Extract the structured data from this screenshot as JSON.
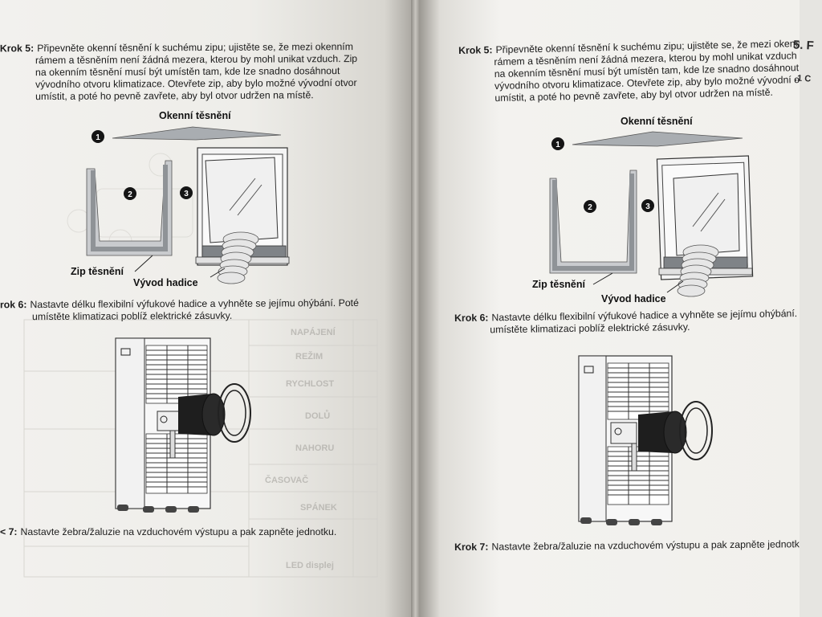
{
  "left_page": {
    "step5": {
      "label": "Krok 5:",
      "lines": [
        "Připevněte okenní těsnění k suchému zipu; ujistěte se, že mezi okenním",
        "rámem a těsněním není žádná mezera, kterou by mohl unikat vzduch. Zip",
        "na okenním těsnění musí být umístěn tam, kde lze snadno dosáhnout",
        "vývodního otvoru klimatizace. Otevřete zip, aby bylo možné vývodní otvor",
        "umístit, a poté ho pevně zavřete, aby byl otvor udržen na místě."
      ]
    },
    "figure": {
      "window_seal": "Okenní těsnění",
      "zip_seal": "Zip těsnění",
      "hose_outlet": "Vývod hadice",
      "markers": [
        "1",
        "2",
        "3"
      ]
    },
    "step6": {
      "label": "rok 6:",
      "lines": [
        "Nastavte délku flexibilní výfukové hadice a vyhněte se jejímu ohýbání. Poté",
        "umístěte klimatizaci poblíž elektrické zásuvky."
      ]
    },
    "step7": {
      "label": "< 7:",
      "text": "Nastavte žebra/žaluzie na vzduchovém výstupu a pak zapněte jednotku."
    },
    "show_through": [
      "NAPÁJENÍ",
      "REŽIM",
      "RYCHLOST",
      "DOLŮ",
      "NAHORU",
      "ČASOVAČ",
      "SPÁNEK",
      "LED displej"
    ]
  },
  "right_page": {
    "step5": {
      "label": "Krok 5:",
      "lines": [
        "Připevněte okenní těsnění k suchému zipu; ujistěte se, že mezi okenním",
        "rámem a těsněním není žádná mezera, kterou by mohl unikat vzduch",
        "na okenním těsnění musí být umístěn tam, kde lze snadno dosáhnout",
        "vývodního otvoru klimatizace. Otevřete zip, aby bylo možné vývodní otv",
        "umístit, a poté ho pevně zavřete, aby byl otvor udržen na místě."
      ]
    },
    "figure": {
      "window_seal": "Okenní těsnění",
      "zip_seal": "Zip těsnění",
      "hose_outlet": "Vývod hadice",
      "markers": [
        "1",
        "2",
        "3"
      ]
    },
    "step6": {
      "label": "Krok 6:",
      "lines": [
        "Nastavte délku flexibilní výfukové hadice a vyhněte se jejímu ohýbání. Pot",
        "umístěte klimatizaci poblíž elektrické zásuvky."
      ]
    },
    "step7": {
      "label": "Krok 7:",
      "text": "Nastavte žebra/žaluzie na vzduchovém výstupu a pak zapněte jednotku."
    },
    "next_page_header": "5. F",
    "next_page_sub": ".1 C"
  }
}
